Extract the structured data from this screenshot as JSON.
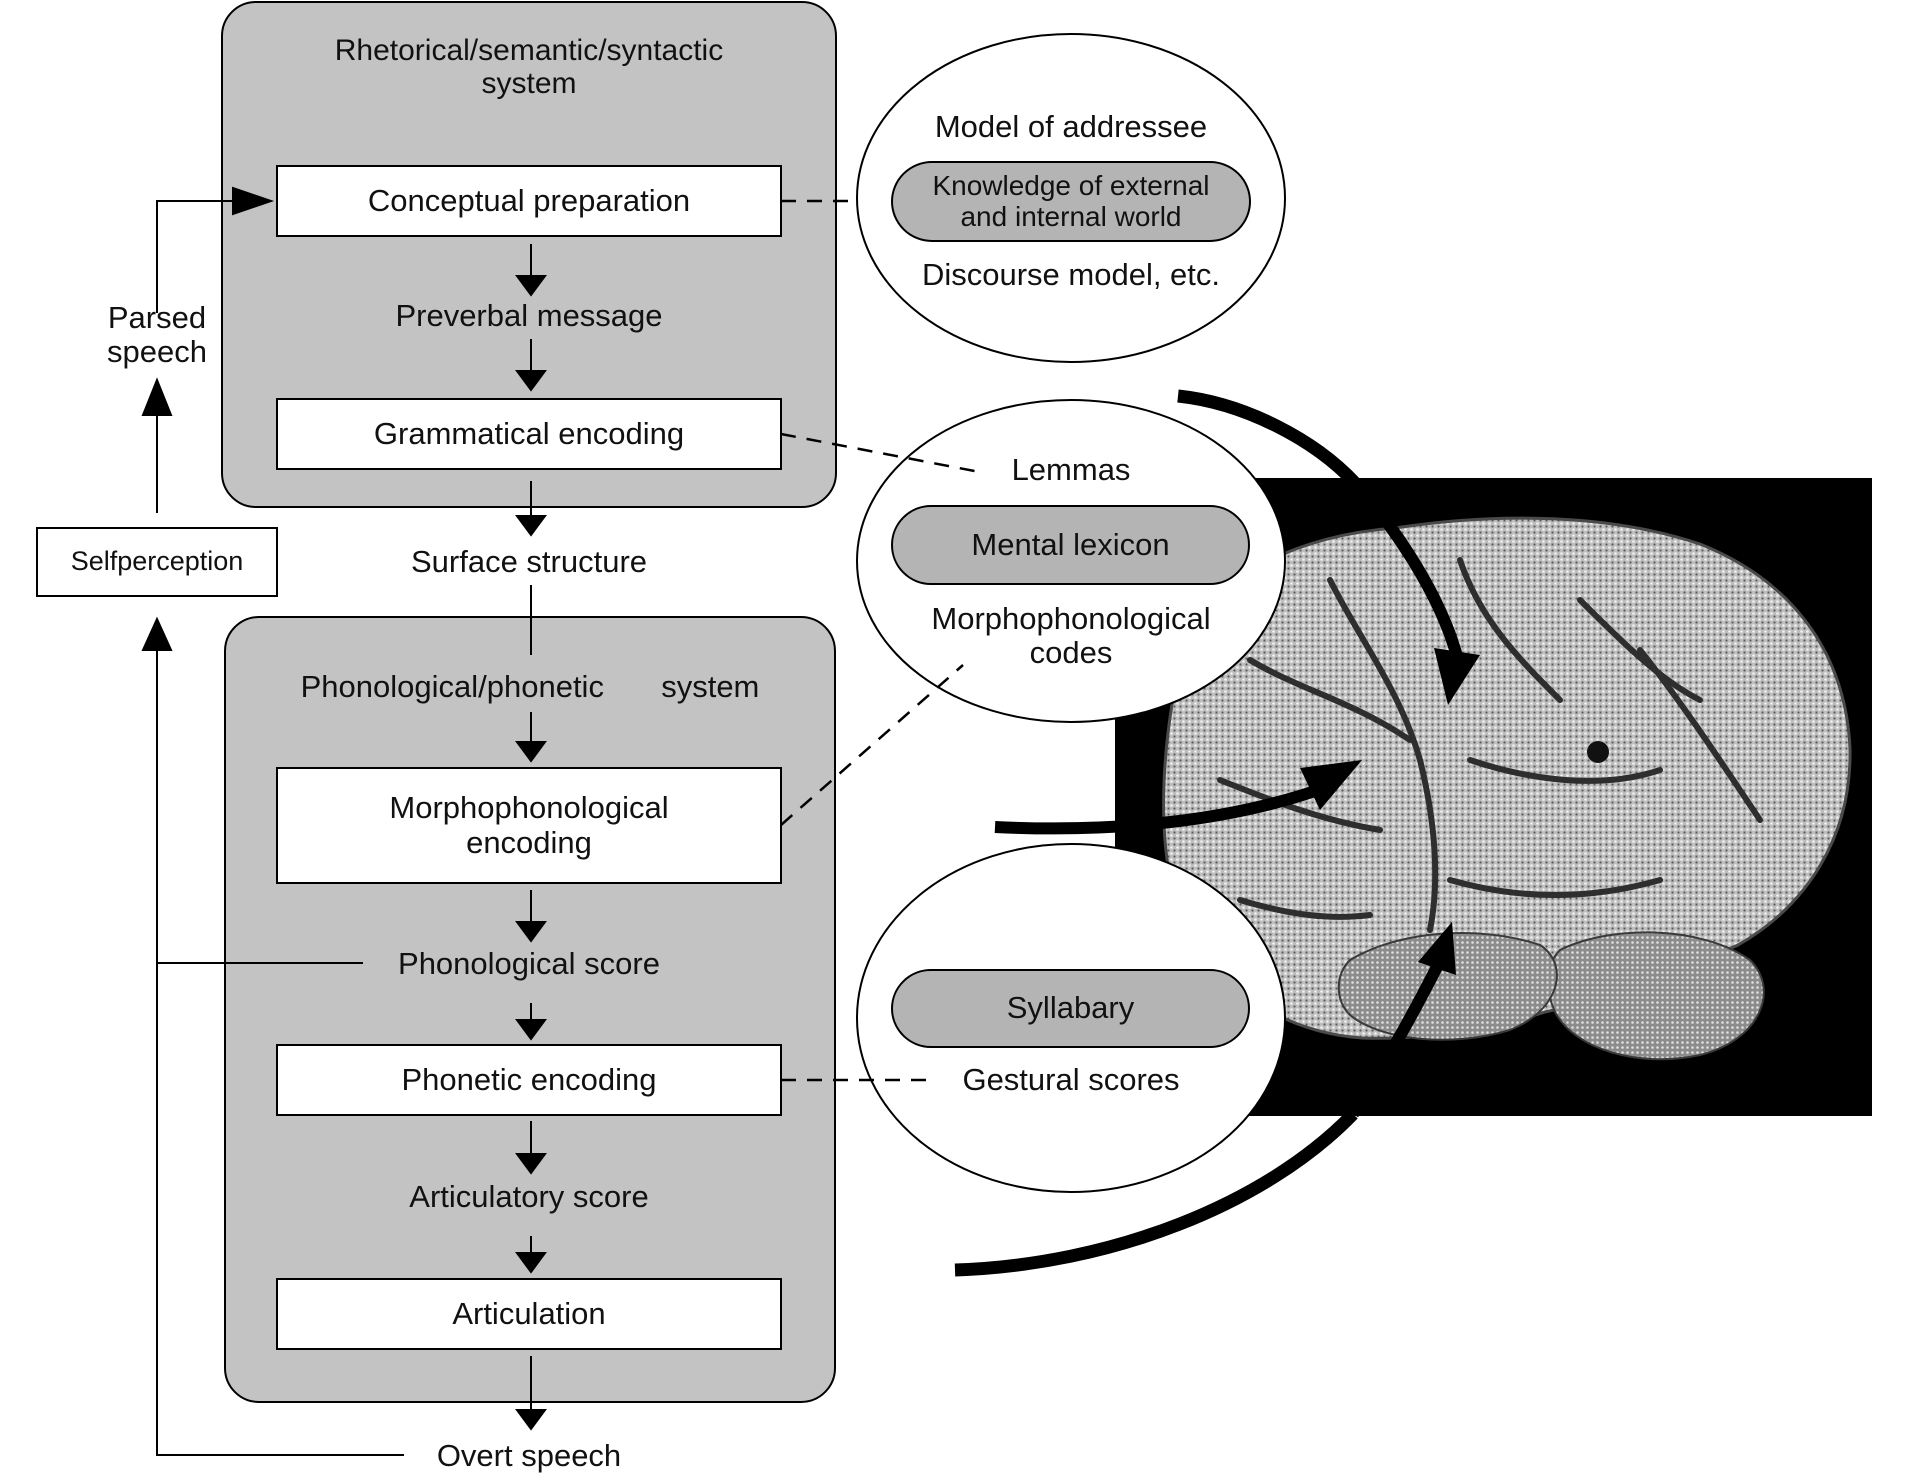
{
  "colors": {
    "panel_fill": "#c3c3c3",
    "pill_fill": "#b4b4b4",
    "box_fill": "#ffffff",
    "line": "#000000",
    "brain_background": "#000000",
    "brain_tissue": "#d6d6d6"
  },
  "upper_system": {
    "title_line1": "Rhetorical/semantic/syntactic",
    "title_line2": "system",
    "conceptual_preparation": "Conceptual preparation",
    "preverbal_message": "Preverbal message",
    "grammatical_encoding": "Grammatical encoding"
  },
  "surface_structure": "Surface structure",
  "lower_system": {
    "title_part1": "Phonological/phonetic",
    "title_part2": "system",
    "morphophonological_encoding_line1": "Morphophonological",
    "morphophonological_encoding_line2": "encoding",
    "phonological_score": "Phonological score",
    "phonetic_encoding": "Phonetic encoding",
    "articulatory_score": "Articulatory score",
    "articulation": "Articulation"
  },
  "overt_speech": "Overt speech",
  "feedback": {
    "parsed_speech_line1": "Parsed",
    "parsed_speech_line2": "speech",
    "selfperception": "Selfperception"
  },
  "knowledge_ellipse": {
    "top": "Model of addressee",
    "pill_line1": "Knowledge of external",
    "pill_line2": "and internal world",
    "bottom": "Discourse model, etc."
  },
  "lexicon_ellipse": {
    "top": "Lemmas",
    "pill": "Mental lexicon",
    "bottom_line1": "Morphophonological",
    "bottom_line2": "codes"
  },
  "syllabary_ellipse": {
    "pill": "Syllabary",
    "bottom": "Gestural scores"
  }
}
